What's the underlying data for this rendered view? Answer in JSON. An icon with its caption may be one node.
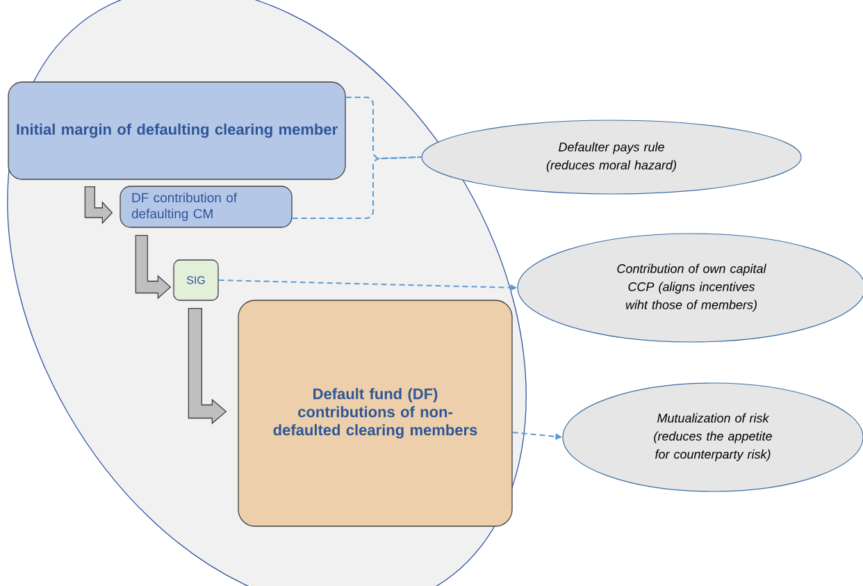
{
  "diagram": {
    "nodes": [
      {
        "text": [],
        "shape": "ellipse"
      },
      {
        "text": [
          "Initial margin of defaulting clearing member"
        ],
        "in": 0
      },
      {
        "text": [
          "DF contribution of defaulting CM"
        ],
        "in": 0
      },
      {
        "text": [
          "SIG"
        ],
        "in": 0
      },
      {
        "text": [
          "Default fund (DF) contributions of non-defaulted clearing members"
        ],
        "in": 0
      },
      {
        "text": [
          "Defaulter pays rule (reduces moral hazard)"
        ]
      },
      {
        "text": [
          "Contribution of own capital CCP (aligns incentives wiht those of members)"
        ]
      },
      {
        "text": [
          "Mutualization of risk (reduces the appetite for counterparty risk)"
        ]
      }
    ],
    "edges": [
      {
        "from": 1,
        "to": 2,
        "arrow": "to",
        "style": "thick",
        "color": "#bfbfbf"
      },
      {
        "from": 2,
        "to": 3,
        "arrow": "to",
        "style": "thick",
        "color": "#bfbfbf"
      },
      {
        "from": 3,
        "to": 4,
        "arrow": "to",
        "style": "thick",
        "color": "#bfbfbf"
      },
      {
        "from": 1,
        "to": 5,
        "arrow": "none",
        "style": "dashed"
      },
      {
        "from": 2,
        "to": 5,
        "arrow": "none",
        "style": "dashed"
      },
      {
        "from": 3,
        "to": 6,
        "arrow": "to",
        "style": "dashed"
      },
      {
        "from": 4,
        "to": 7,
        "arrow": "to",
        "style": "dashed"
      }
    ]
  }
}
